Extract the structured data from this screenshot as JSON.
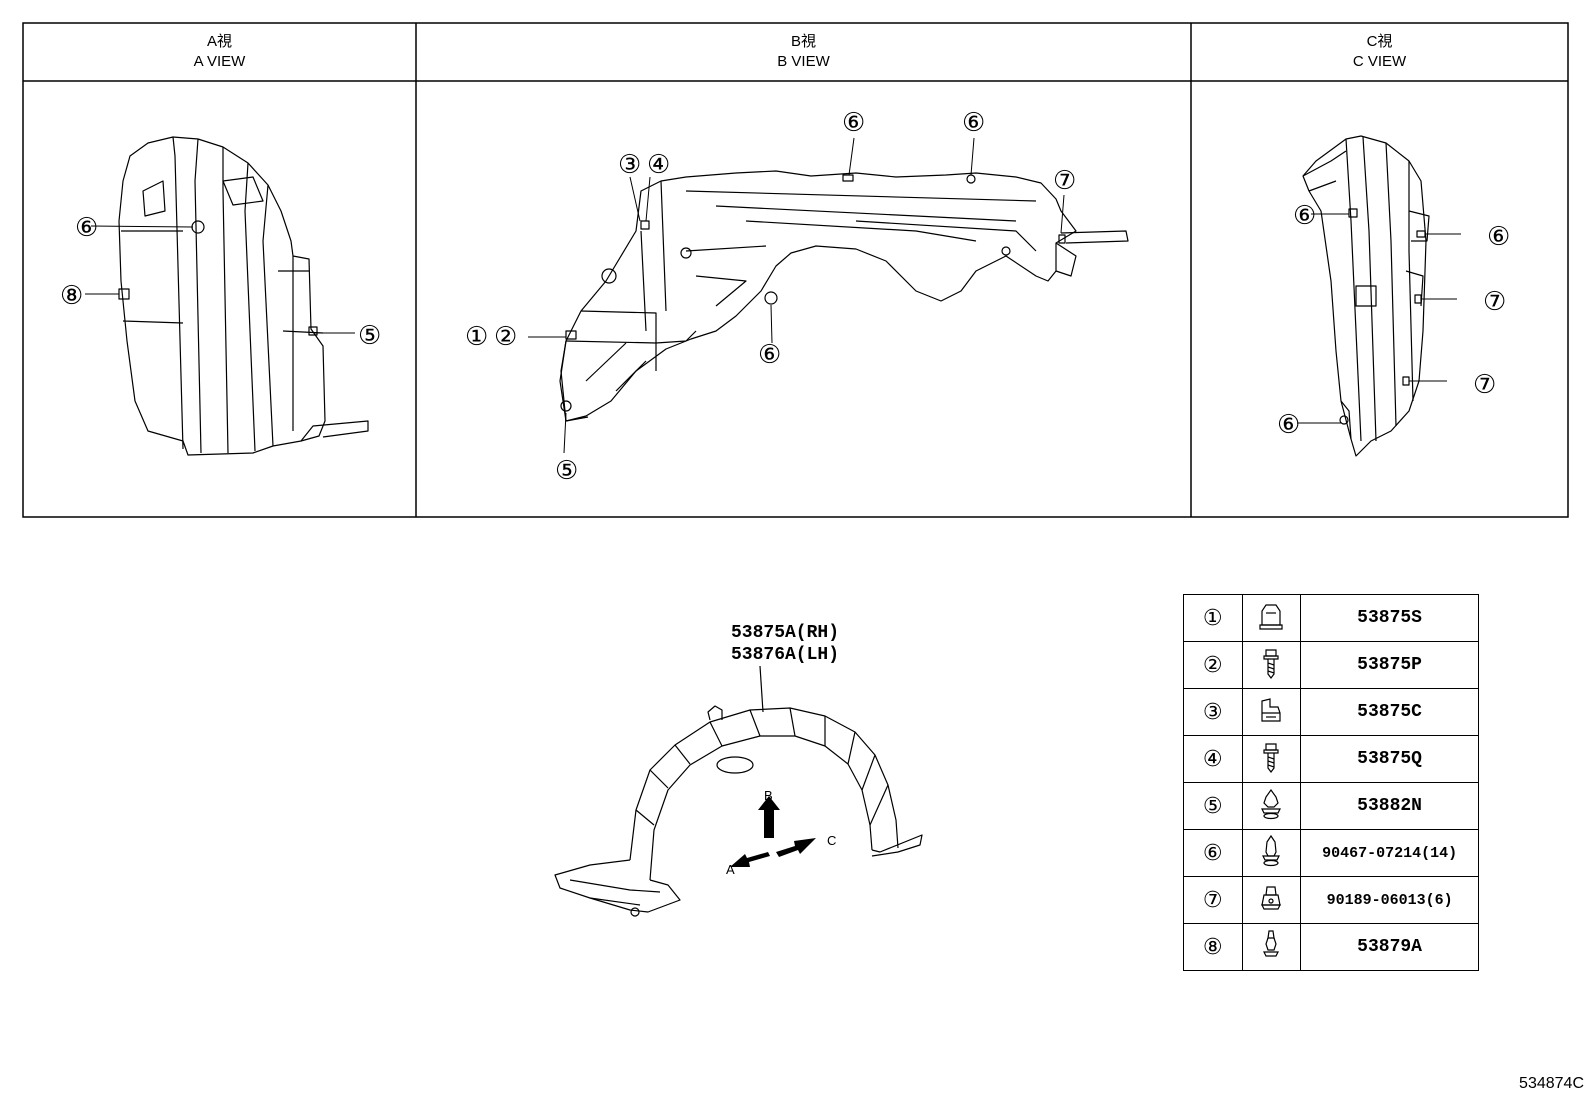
{
  "views": [
    {
      "jp": "A視",
      "en": "A VIEW"
    },
    {
      "jp": "B視",
      "en": "B VIEW"
    },
    {
      "jp": "C視",
      "en": "C VIEW"
    }
  ],
  "callouts": {
    "a": [
      "⑥",
      "⑧",
      "⑤"
    ],
    "b": [
      "⑥",
      "⑥",
      "③",
      "④",
      "⑦",
      "①",
      "②",
      "⑥",
      "⑤"
    ],
    "c": [
      "⑥",
      "⑥",
      "⑦",
      "⑦",
      "⑥"
    ]
  },
  "main_part": {
    "rh": "53875A(RH)",
    "lh": "53876A(LH)"
  },
  "arrows": {
    "b": "B",
    "a": "A",
    "c": "C"
  },
  "legend": [
    {
      "num": "①",
      "part": "53875S",
      "icon": "clip-icon"
    },
    {
      "num": "②",
      "part": "53875P",
      "icon": "screw-icon"
    },
    {
      "num": "③",
      "part": "53875C",
      "icon": "nut-clip-icon"
    },
    {
      "num": "④",
      "part": "53875Q",
      "icon": "screw-icon"
    },
    {
      "num": "⑤",
      "part": "53882N",
      "icon": "push-clip-icon"
    },
    {
      "num": "⑥",
      "part": "90467-07214(14)",
      "icon": "push-clip-icon"
    },
    {
      "num": "⑦",
      "part": "90189-06013(6)",
      "icon": "grommet-icon"
    },
    {
      "num": "⑧",
      "part": "53879A",
      "icon": "pin-clip-icon"
    }
  ],
  "figure_code": "534874C"
}
